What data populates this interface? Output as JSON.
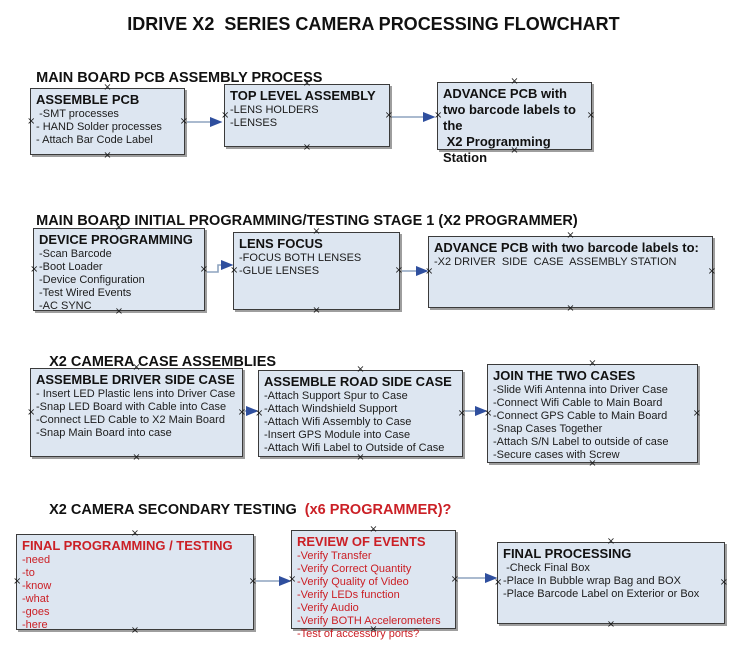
{
  "title": "IDRIVE X2  SERIES CAMERA PROCESSING FLOWCHART",
  "icons": {
    "connection_handle": "×"
  },
  "colors": {
    "box_fill": "#dde6f1",
    "box_border": "#3b3b3b",
    "box_shadow": "#9e9e9e",
    "accent_red": "#cb2026",
    "arrow_line": "#8ea4bf",
    "arrow_head": "#2f4f9e"
  },
  "sections": [
    {
      "heading": "MAIN BOARD PCB ASSEMBLY PROCESS",
      "boxes": [
        {
          "title": "ASSEMBLE PCB",
          "items": [
            " -SMT processes",
            "- HAND Solder processes",
            "- Attach Bar Code Label"
          ]
        },
        {
          "title": "TOP LEVEL ASSEMBLY",
          "items": [
            "-LENS HOLDERS",
            "-LENSES"
          ]
        },
        {
          "title": "ADVANCE PCB with two barcode labels to the\n X2 Programming Station",
          "items": []
        }
      ]
    },
    {
      "heading": "MAIN BOARD INITIAL PROGRAMMING/TESTING STAGE 1 (X2 PROGRAMMER)",
      "boxes": [
        {
          "title": "DEVICE PROGRAMMING",
          "items": [
            "-Scan Barcode",
            "-Boot Loader",
            "-Device Configuration",
            "-Test Wired Events",
            "-AC SYNC"
          ]
        },
        {
          "title": "LENS FOCUS",
          "items": [
            "-FOCUS BOTH LENSES",
            "-GLUE LENSES"
          ]
        },
        {
          "title": "ADVANCE PCB with two barcode labels to:",
          "items": [
            "-X2 DRIVER  SIDE  CASE  ASSEMBLY STATION"
          ]
        }
      ]
    },
    {
      "heading": "X2 CAMERA CASE ASSEMBLIES",
      "boxes": [
        {
          "title": "ASSEMBLE DRIVER SIDE CASE",
          "items": [
            "- Insert LED Plastic lens into Driver Case",
            "-Snap LED Board with Cable into Case",
            "-Connect LED Cable to X2 Main Board",
            "-Snap Main Board into case"
          ]
        },
        {
          "title": "ASSEMBLE ROAD SIDE CASE",
          "items": [
            "-Attach Support Spur to Case",
            "-Attach Windshield Support",
            "-Attach Wifi Assembly to Case",
            "-Insert GPS Module into Case",
            "-Attach Wifi Label to Outside of Case"
          ]
        },
        {
          "title": "JOIN THE TWO CASES",
          "items": [
            "-Slide Wifi Antenna into Driver Case",
            "-Connect Wifi Cable to Main Board",
            "-Connect GPS Cable to Main Board",
            "-Snap Cases Together",
            "-Attach S/N Label to outside of case",
            "-Secure cases with Screw"
          ]
        }
      ]
    },
    {
      "heading": "X2 CAMERA SECONDARY TESTING ",
      "heading_accent": " (x6 PROGRAMMER)?",
      "boxes": [
        {
          "title": "FINAL PROGRAMMING / TESTING",
          "items": [
            "-need",
            "-to",
            "-know",
            "-what",
            "-goes",
            "-here"
          ]
        },
        {
          "title": "REVIEW OF EVENTS",
          "items": [
            "-Verify Transfer",
            "-Verify Correct Quantity",
            "-Verify Quality of Video",
            "-Verify LEDs function",
            "-Verify Audio",
            "-Verify BOTH Accelerometers",
            "-Test of accessory ports?"
          ]
        },
        {
          "title": "FINAL PROCESSING",
          "items": [
            " -Check Final Box",
            "-Place In Bubble wrap Bag and BOX",
            "-Place Barcode Label on Exterior or Box"
          ]
        }
      ]
    }
  ]
}
